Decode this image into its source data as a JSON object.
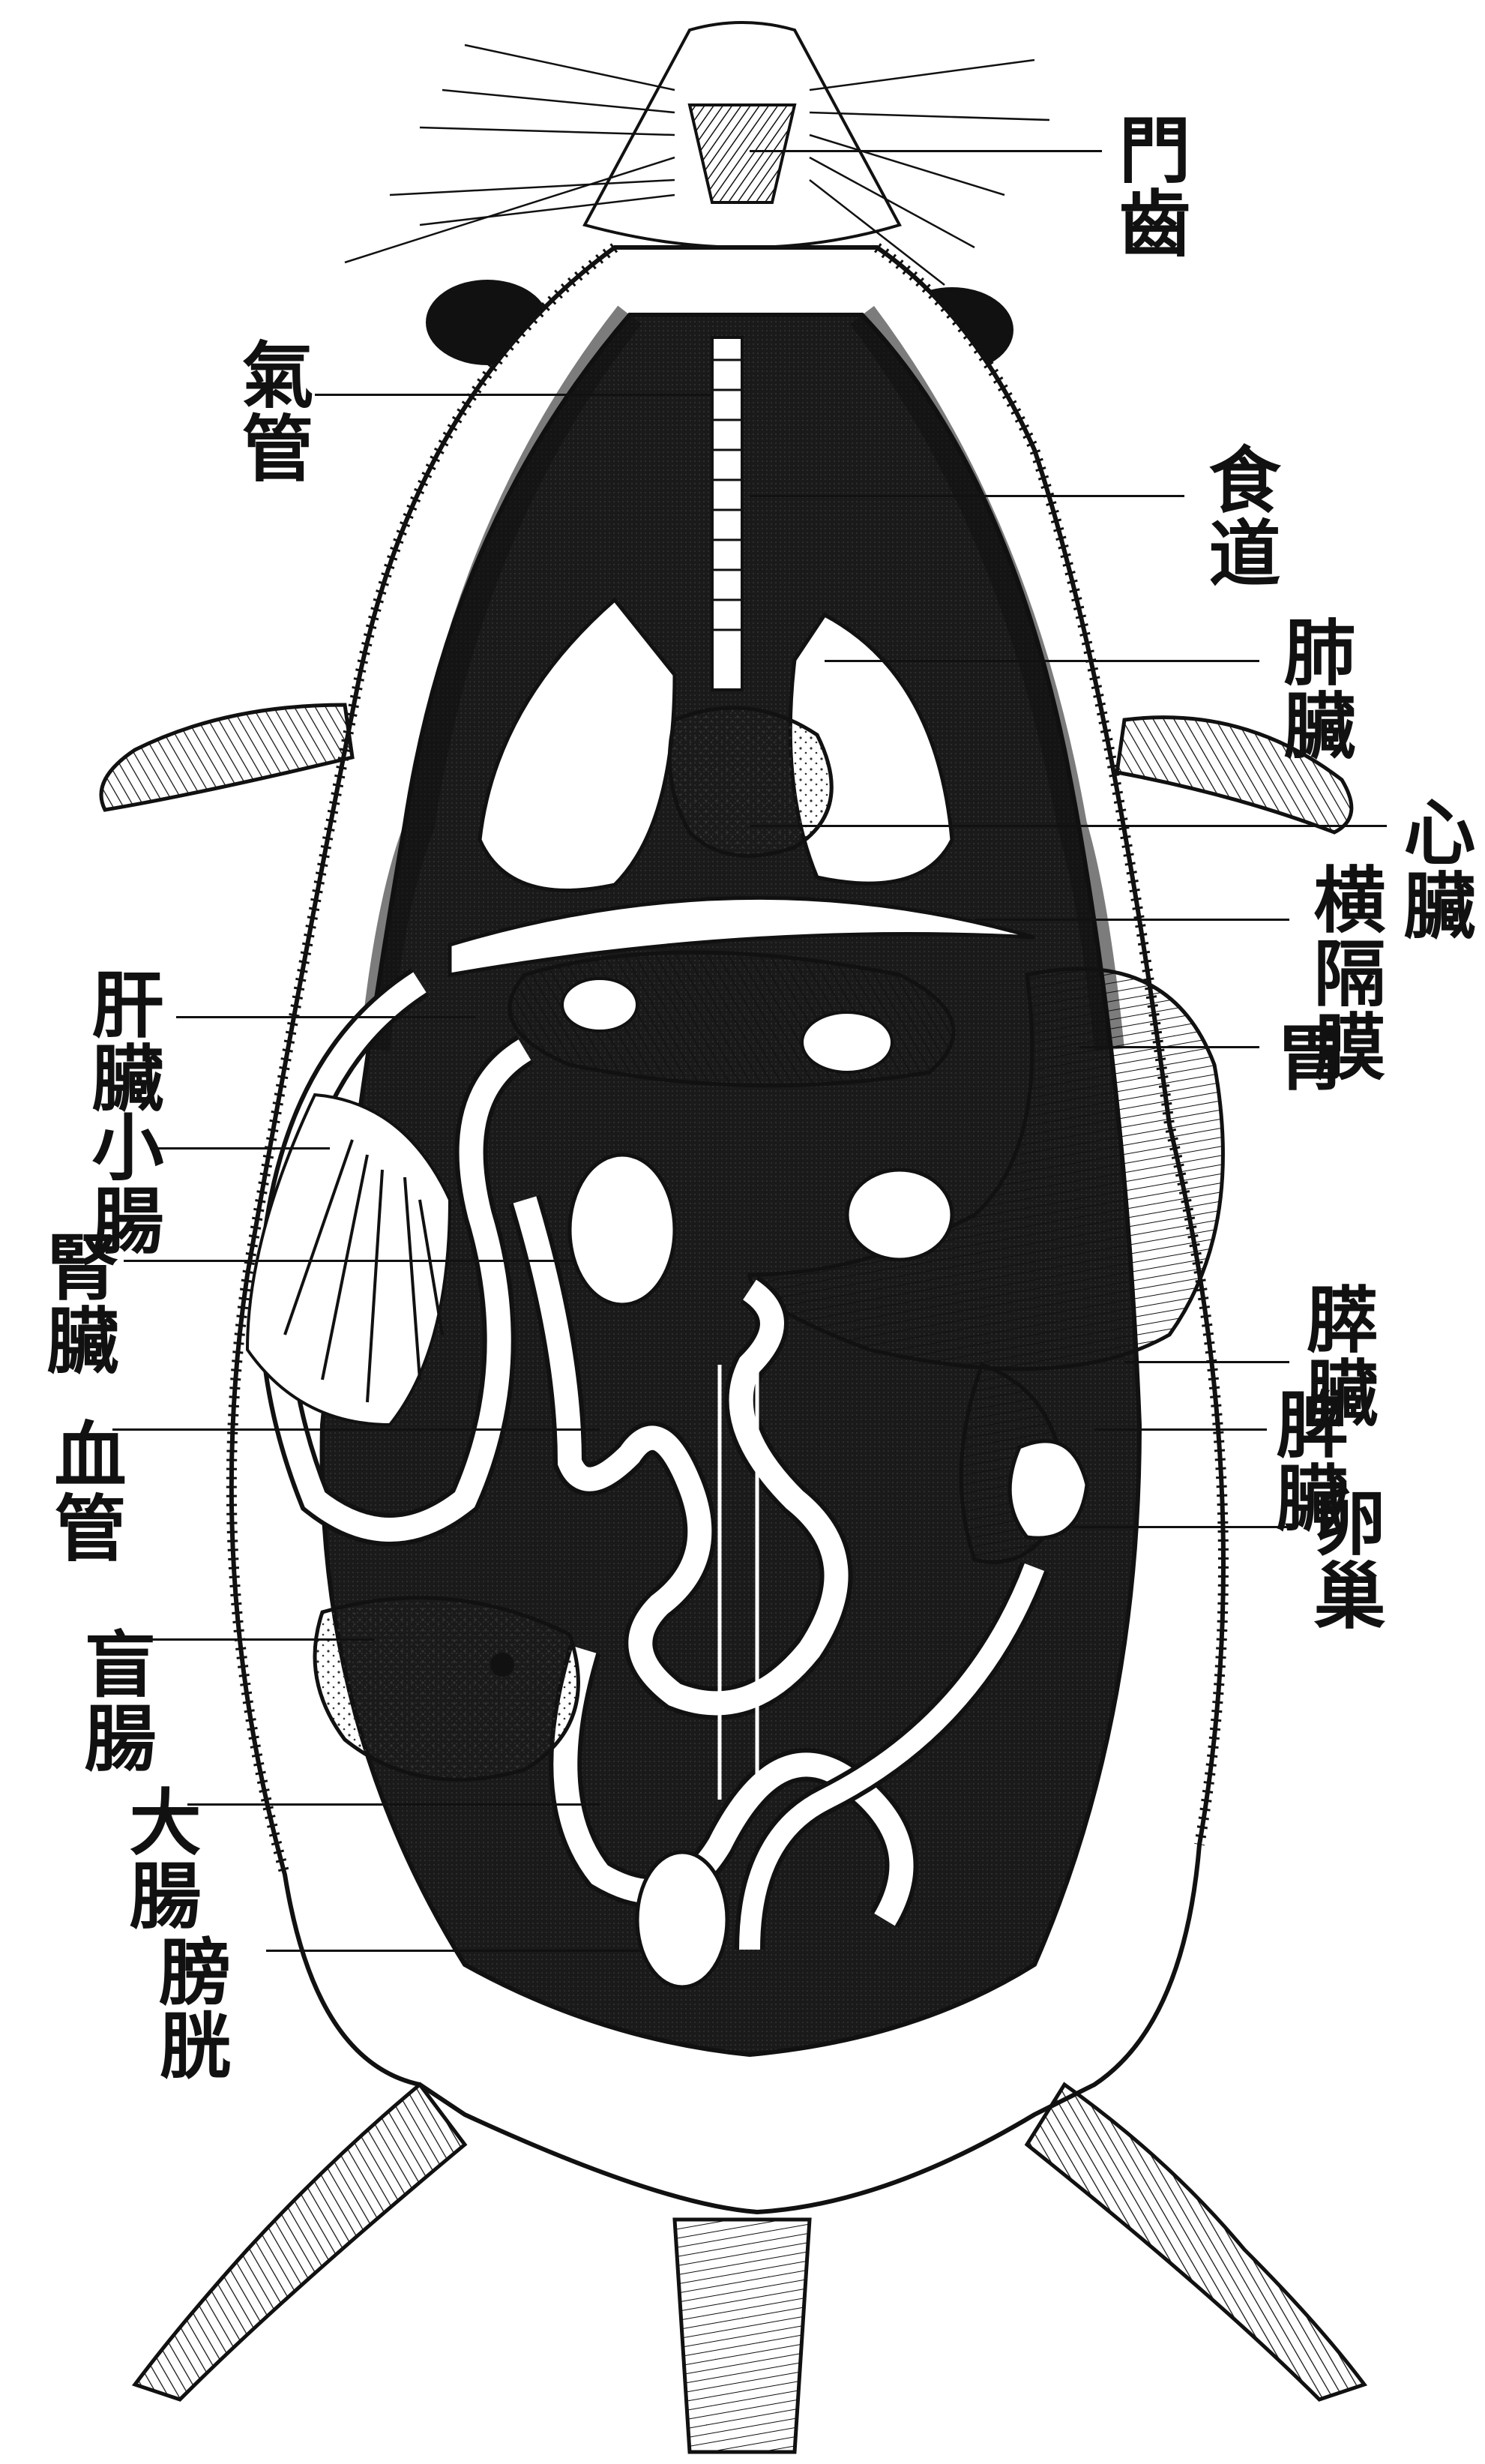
{
  "diagram": {
    "labels": {
      "incisors": "門齒",
      "trachea": "氣管",
      "esophagus": "食道",
      "lungs": "肺臟",
      "heart": "心臟",
      "diaphragm": "横隔膜",
      "stomach": "胃",
      "liver": "肝臟",
      "small_intestine": "小腸",
      "kidney": "腎臟",
      "pancreas": "膵臟",
      "spleen": "脾臟",
      "blood_vessel": "血管",
      "ovary": "卵巢",
      "cecum": "盲腸",
      "large_intestine": "大腸",
      "bladder": "膀胱"
    }
  }
}
